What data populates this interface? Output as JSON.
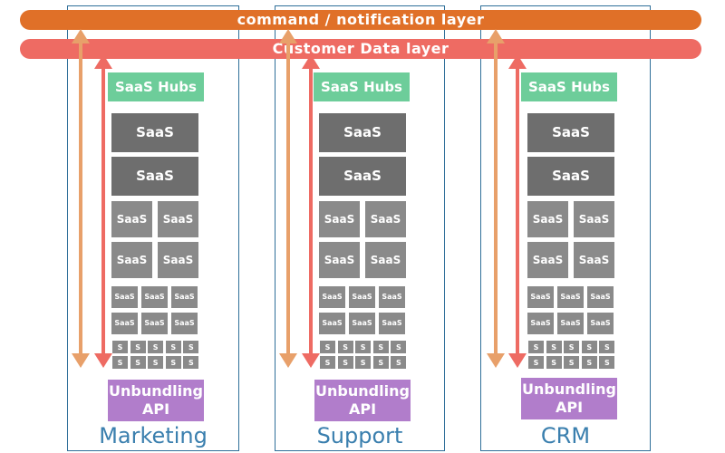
{
  "layers": {
    "command": "command / notification layer",
    "customer_data": "Customer Data layer"
  },
  "columns": [
    {
      "title": "Marketing",
      "hub": "SaaS Hubs",
      "api_line1": "Unbundling",
      "api_line2": "API"
    },
    {
      "title": "Support",
      "hub": "SaaS Hubs",
      "api_line1": "Unbundling",
      "api_line2": "API"
    },
    {
      "title": "CRM",
      "hub": "SaaS Hubs",
      "api_line1": "Unbundling",
      "api_line2": "API"
    }
  ],
  "block_labels": {
    "xl": "SaaS",
    "l": "SaaS",
    "m": "SaaS",
    "s": "S"
  },
  "colors": {
    "command_layer": "#e07028",
    "data_layer": "#ee6b63",
    "command_arrow": "#e8a06a",
    "data_arrow": "#ee6b63",
    "hub": "#6dcd9a",
    "api": "#b17dcb",
    "saas_dark": "#6e6e6e",
    "saas_light": "#8a8a8a",
    "frame": "#2f6f99"
  }
}
